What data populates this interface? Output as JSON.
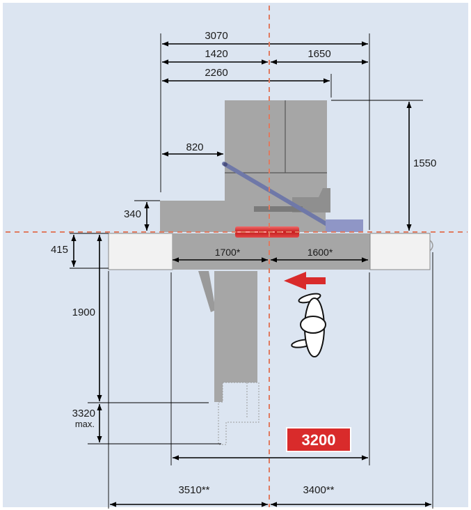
{
  "colors": {
    "background": "#dce5f1",
    "machine": "#a6a6a6",
    "extension": "#f2f2f2",
    "accent_red": "#d92b2b",
    "axis_dash": "#e07a5f",
    "arm": "#7f86b8"
  },
  "dimensions": {
    "top_total": "3070",
    "top_left": "1420",
    "top_right": "1650",
    "top_arm": "2260",
    "height_right": "1550",
    "offset_left": "820",
    "small_height": "340",
    "table_height": "415",
    "stand_height": "1900",
    "max_height": "3320",
    "max_suffix": "max.",
    "table_left": "1700*",
    "table_right": "1600*",
    "overall_left": "3510**",
    "overall_right": "3400**"
  },
  "badge": {
    "label": "3200"
  },
  "icons": [
    "direction-arrow-icon",
    "propeller-icon"
  ]
}
